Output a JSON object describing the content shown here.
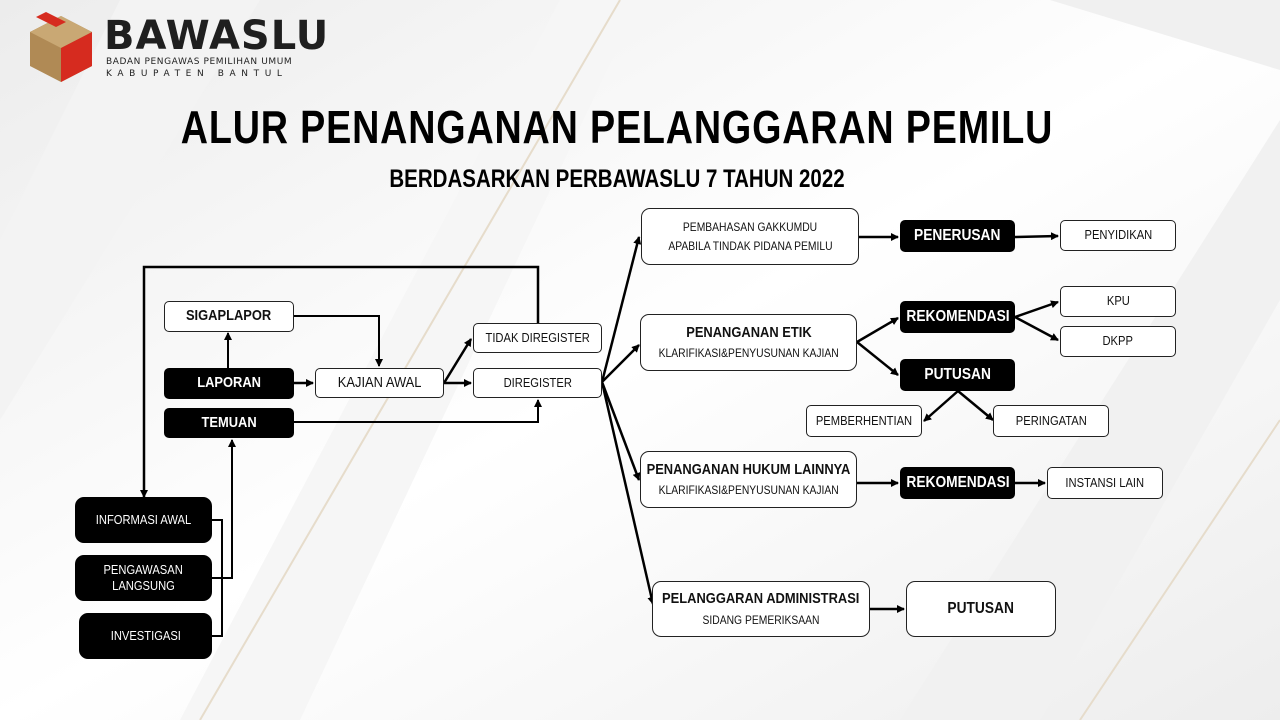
{
  "logo": {
    "name": "BAWASLU",
    "line1": "BADAN PENGAWAS PEMILIHAN UMUM",
    "line2": "KABUPATEN BANTUL",
    "colors": {
      "red": "#d62b1f",
      "gold": "#b08a55"
    }
  },
  "title": "ALUR PENANGANAN PELANGGARAN PEMILU",
  "subtitle": "BERDASARKAN PERBAWASLU 7 TAHUN 2022",
  "nodes": {
    "sigaplapor": "SIGAPLAPOR",
    "laporan": "LAPORAN",
    "temuan": "TEMUAN",
    "kajian_awal": "KAJIAN AWAL",
    "tidak_diregister": "TIDAK DIREGISTER",
    "diregister": "DIREGISTER",
    "informasi_awal": "INFORMASI AWAL",
    "pengawasan_langsung_1": "PENGAWASAN",
    "pengawasan_langsung_2": "LANGSUNG",
    "investigasi": "INVESTIGASI",
    "gakkumdu_1": "PEMBAHASAN GAKKUMDU",
    "gakkumdu_2": "APABILA TINDAK PIDANA PEMILU",
    "penerusan": "PENERUSAN",
    "penyidikan": "PENYIDIKAN",
    "etik_title": "PENANGANAN ETIK",
    "etik_sub": "KLARIFIKASI&PENYUSUNAN KAJIAN",
    "rekomendasi_etik": "REKOMENDASI",
    "kpu": "KPU",
    "dkpp": "DKPP",
    "putusan_etik": "PUTUSAN",
    "pemberhentian": "PEMBERHENTIAN",
    "peringatan": "PERINGATAN",
    "hukum_title": "PENANGANAN HUKUM LAINNYA",
    "hukum_sub": "KLARIFIKASI&PENYUSUNAN KAJIAN",
    "rekomendasi_hukum": "REKOMENDASI",
    "instansi_lain": "INSTANSI LAIN",
    "admin_title": "PELANGGARAN ADMINISTRASI",
    "admin_sub": "SIDANG PEMERIKSAAN",
    "putusan_admin": "PUTUSAN"
  }
}
